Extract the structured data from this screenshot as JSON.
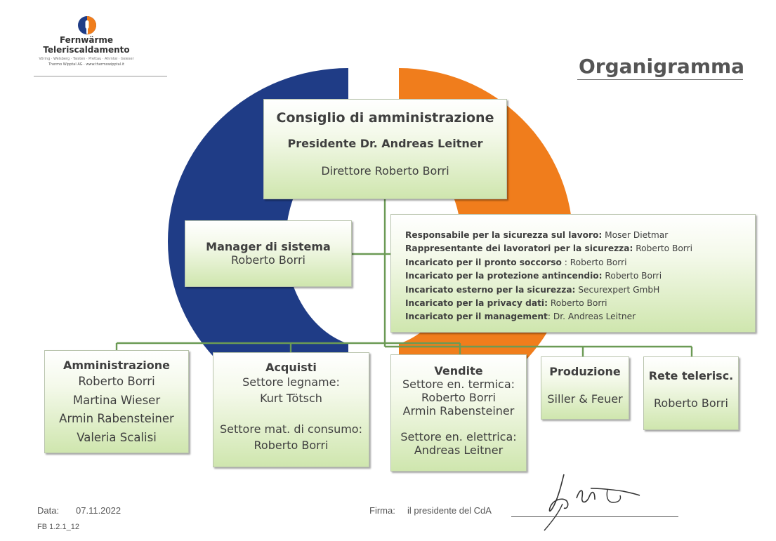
{
  "logo": {
    "line1": "Fernwärme",
    "line2": "Teleriscaldamento",
    "line3": "Vöring · Welsberg · Taisten · Prettau · Ahrntal · Gsieser",
    "line4": "Thermo Wipptal AG · www.thermowipptal.it"
  },
  "document_title": "Organigramma",
  "board": {
    "title": "Consiglio di amministrazione",
    "president": "Presidente Dr. Andreas Leitner",
    "director": "Direttore Roberto Borri"
  },
  "system_manager": {
    "title": "Manager di sistema",
    "person": "Roberto Borri"
  },
  "safety_roles": [
    {
      "role": "Responsabile per la sicurezza sul lavoro:",
      "person": " Moser Dietmar"
    },
    {
      "role": "Rappresentante dei lavoratori per la sicurezza:",
      "person": " Roberto Borri"
    },
    {
      "role": "Incaricato per il pronto soccorso",
      "person": " : Roberto Borri"
    },
    {
      "role": "Incaricato per la protezione antincendio:",
      "person": " Roberto Borri"
    },
    {
      "role": "Incaricato esterno per la sicurezza:",
      "person": " Securexpert  GmbH"
    },
    {
      "role": "Incaricato per la privacy dati:",
      "person": " Roberto Borri"
    },
    {
      "role": "Incaricato per il management",
      "person": ": Dr. Andreas Leitner"
    }
  ],
  "departments": {
    "amministrazione": {
      "title": "Amministrazione",
      "people": [
        "Roberto Borri",
        "Martina Wieser",
        "Armin Rabensteiner",
        "Valeria Scalisi"
      ]
    },
    "acquisti": {
      "title": "Acquisti",
      "sector1": "Settore legname:",
      "sector1_person": "Kurt Tötsch",
      "sector2": "Settore mat. di consumo:",
      "sector2_person": "Roberto Borri"
    },
    "vendite": {
      "title": "Vendite",
      "sector1": "Settore en. termica:",
      "sector1_people": [
        "Roberto Borri",
        "Armin Rabensteiner"
      ],
      "sector2": "Settore en. elettrica:",
      "sector2_person": "Andreas Leitner"
    },
    "produzione": {
      "title": "Produzione",
      "person": "Siller & Feuer"
    },
    "rete": {
      "title": "Rete telerisc.",
      "person": "Roberto Borri"
    }
  },
  "footer": {
    "date_label": "Data:",
    "date_value": "07.11.2022",
    "code": "FB 1.2.1_12",
    "signature_label": "Firma:",
    "signature_role": "il presidente del CdA"
  },
  "colors": {
    "blue": "#1f3c86",
    "orange": "#f07d1c",
    "connector": "#6b9a55",
    "box_top": "#ffffff",
    "box_bottom": "#cfe6ae"
  }
}
